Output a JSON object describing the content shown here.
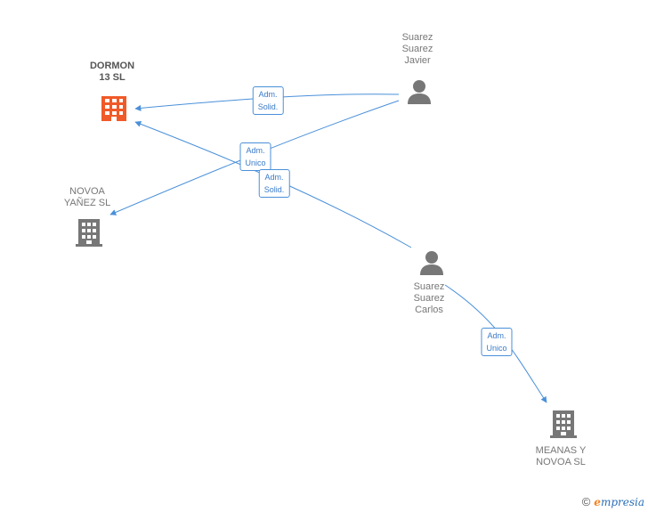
{
  "nodes": {
    "dormon": {
      "lines": [
        "DORMON",
        "13 SL"
      ],
      "type": "company",
      "color": "#f05a28"
    },
    "novoa": {
      "lines": [
        "NOVOA",
        "YAÑEZ SL"
      ],
      "type": "company",
      "color": "#777777"
    },
    "javier": {
      "lines": [
        "Suarez",
        "Suarez",
        "Javier"
      ],
      "type": "person",
      "color": "#777777"
    },
    "carlos": {
      "lines": [
        "Suarez",
        "Suarez",
        "Carlos"
      ],
      "type": "person",
      "color": "#777777"
    },
    "meanas": {
      "lines": [
        "MEANAS Y",
        "NOVOA SL"
      ],
      "type": "company",
      "color": "#777777"
    }
  },
  "edges": {
    "javier_dormon": {
      "lines": [
        "Adm.",
        "Solid."
      ]
    },
    "javier_novoa": {
      "lines": [
        "Adm.",
        "Unico"
      ]
    },
    "carlos_dormon": {
      "lines": [
        "Adm.",
        "Solid."
      ]
    },
    "carlos_meanas": {
      "lines": [
        "Adm.",
        "Unico"
      ]
    }
  },
  "colors": {
    "edge": "#4a90d9",
    "accent": "#f05a28",
    "gray": "#777777"
  },
  "watermark": {
    "copyright": "©",
    "brand_initial": "e",
    "brand_rest": "mpresia"
  }
}
